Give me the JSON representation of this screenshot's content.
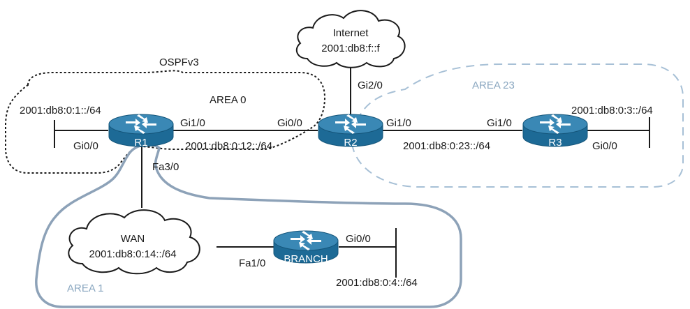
{
  "diagram": {
    "protocol_label": "OSPFv3",
    "areas": {
      "area0": "AREA 0",
      "area23": "AREA 23",
      "area1": "AREA 1"
    },
    "clouds": {
      "internet": {
        "name": "Internet",
        "prefix": "2001:db8:f::f"
      },
      "wan": {
        "name": "WAN",
        "prefix": "2001:db8:0:14::/64"
      }
    },
    "routers": {
      "r1": "R1",
      "r2": "R2",
      "r3": "R3",
      "branch": "BRANCH"
    },
    "interfaces": {
      "r1_gi0_0": "Gi0/0",
      "r1_gi1_0": "Gi1/0",
      "r1_fa3_0": "Fa3/0",
      "r2_gi0_0": "Gi0/0",
      "r2_gi1_0": "Gi1/0",
      "r2_gi2_0": "Gi2/0",
      "r3_gi1_0": "Gi1/0",
      "r3_gi0_0": "Gi0/0",
      "branch_fa1_0": "Fa1/0",
      "branch_gi0_0": "Gi0/0"
    },
    "networks": {
      "r1_lan": "2001:db8:0:1::/64",
      "r1_r2": "2001:db8:0:12::/64",
      "r2_r3": "2001:db8:0:23::/64",
      "r3_lan": "2001:db8:0:3::/64",
      "branch_lan": "2001:db8:0:4::/64"
    },
    "colors": {
      "router_fill": "#1d6a96",
      "router_top": "#3a88b5",
      "area_blue": "#8aa7c0",
      "area_black": "#1a1a1a",
      "line": "#1a1a1a"
    }
  }
}
